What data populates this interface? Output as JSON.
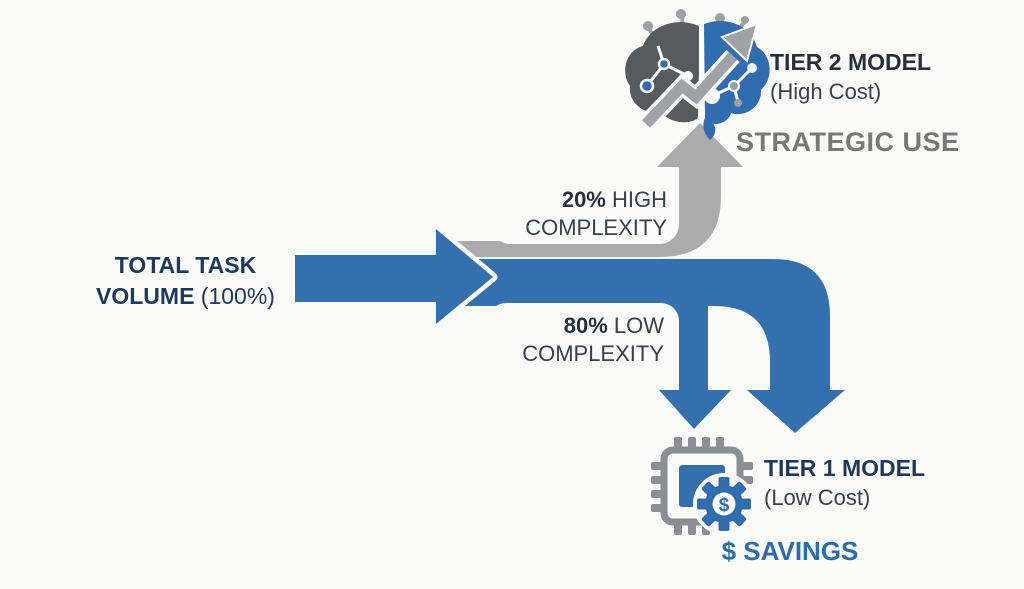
{
  "colors": {
    "bg": "#FBFBF9",
    "blue": "#3470AD",
    "flow_gray": "#ABABAB",
    "navy": "#1D3A5E",
    "charcoal": "#39414B",
    "dark": "#262F3A",
    "gray_text": "#787878",
    "blue_text": "#2E6BAD",
    "icon_gray": "#8A8F94",
    "brain_gray": "#575B5E",
    "arrow_gray": "#9FA3A7",
    "node_gray": "#9AA0A4"
  },
  "source_label": {
    "line1": "TOTAL TASK",
    "line2_bold": "VOLUME",
    "line2_rest": " (100%)"
  },
  "branch_high": {
    "pct": "20%",
    "rest": " HIGH",
    "line2": "COMPLEXITY"
  },
  "branch_low": {
    "pct": "80%",
    "rest": " LOW",
    "line2": "COMPLEXITY"
  },
  "tier2": {
    "title": "TIER 2 MODEL",
    "subtitle": "(High Cost)",
    "caption": "STRATEGIC USE"
  },
  "tier1": {
    "title": "TIER 1 MODEL",
    "subtitle": "(Low Cost)",
    "caption": "$ SAVINGS"
  },
  "icons": {
    "brain": "brain-network-growth-icon",
    "chip": "chip-processor-icon",
    "gear_dollar": "$"
  }
}
